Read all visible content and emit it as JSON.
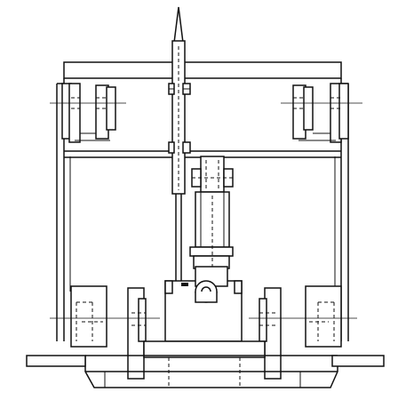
{
  "drawing": {
    "background": "#ffffff",
    "line_color": "#111111",
    "components": [
      "frame",
      "top-beam",
      "cross-beam",
      "mast",
      "cylinder",
      "top-left-bracket",
      "top-right-bracket",
      "bottom-left-wheel",
      "bottom-right-wheel",
      "base-platform",
      "outriggers"
    ]
  }
}
